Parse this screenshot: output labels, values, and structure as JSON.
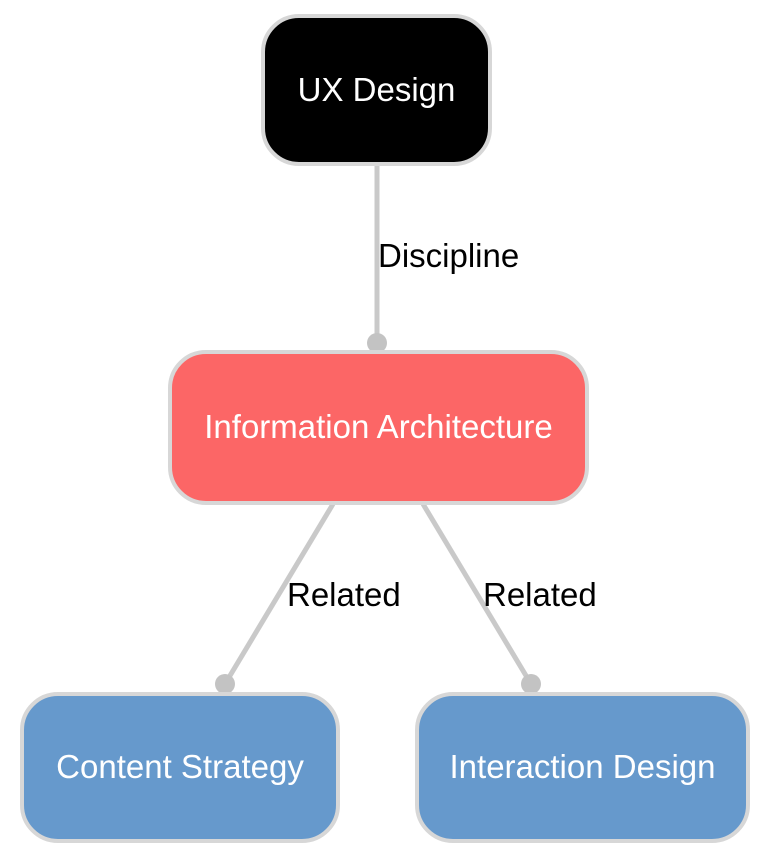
{
  "diagram": {
    "nodes": [
      {
        "id": "ux-design",
        "label": "UX Design",
        "fill": "#000000",
        "text_color": "#ffffff"
      },
      {
        "id": "information-architecture",
        "label": "Information Architecture",
        "fill": "#fc6666",
        "text_color": "#ffffff"
      },
      {
        "id": "content-strategy",
        "label": "Content Strategy",
        "fill": "#6699cc",
        "text_color": "#ffffff"
      },
      {
        "id": "interaction-design",
        "label": "Interaction Design",
        "fill": "#6699cc",
        "text_color": "#ffffff"
      }
    ],
    "edges": [
      {
        "from": "UX Design",
        "to": "Information Architecture",
        "label": "Discipline"
      },
      {
        "from": "Information Architecture",
        "to": "Content Strategy",
        "label": "Related"
      },
      {
        "from": "Information Architecture",
        "to": "Interaction Design",
        "label": "Related"
      }
    ],
    "colors": {
      "background": "#ffffff",
      "edge_line": "#c9c9c9",
      "edge_dot": "#c3c3c3",
      "node_border": "#d7d7d7",
      "edge_label_text": "#000000"
    }
  }
}
